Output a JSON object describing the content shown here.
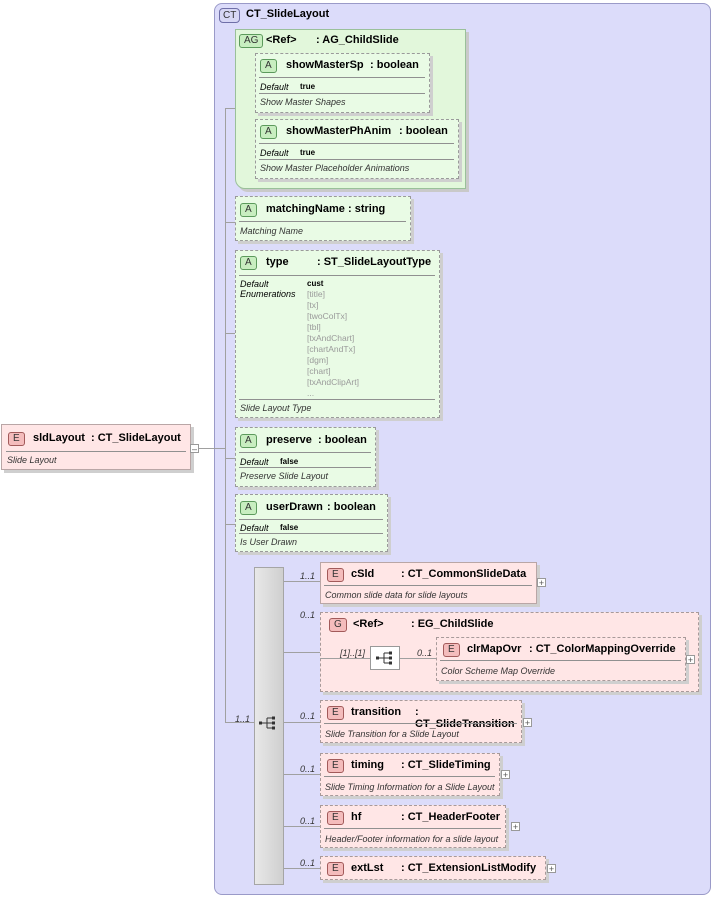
{
  "root": {
    "badge": "E",
    "name": "sldLayout",
    "type": ": CT_SlideLayout",
    "doc": "Slide Layout"
  },
  "complex_type": {
    "badge": "CT",
    "name": "CT_SlideLayout"
  },
  "attr_group": {
    "badge": "AG",
    "name": "<Ref>",
    "type": ": AG_ChildSlide",
    "attrs": [
      {
        "badge": "A",
        "name": "showMasterSp",
        "type": ": boolean",
        "default_label": "Default",
        "default_value": "true",
        "doc": "Show Master Shapes"
      },
      {
        "badge": "A",
        "name": "showMasterPhAnim",
        "type": ": boolean",
        "default_label": "Default",
        "default_value": "true",
        "doc": "Show Master Placeholder Animations"
      }
    ]
  },
  "matchingName": {
    "badge": "A",
    "name": "matchingName",
    "type": ": string",
    "doc": "Matching Name"
  },
  "type_attr": {
    "badge": "A",
    "name": "type",
    "type": ": ST_SlideLayoutType",
    "default_label": "Default",
    "default_value": "cust",
    "enum_label": "Enumerations",
    "enums": [
      "[title]",
      "[tx]",
      "[twoColTx]",
      "[tbl]",
      "[txAndChart]",
      "[chartAndTx]",
      "[dgm]",
      "[chart]",
      "[txAndClipArt]",
      "..."
    ],
    "doc": "Slide Layout Type"
  },
  "preserve": {
    "badge": "A",
    "name": "preserve",
    "type": ": boolean",
    "default_label": "Default",
    "default_value": "false",
    "doc": "Preserve Slide Layout"
  },
  "userDrawn": {
    "badge": "A",
    "name": "userDrawn",
    "type": ": boolean",
    "default_label": "Default",
    "default_value": "false",
    "doc": "Is User Drawn"
  },
  "sequence": {
    "cardinality": "1..1"
  },
  "elements": {
    "cSld": {
      "badge": "E",
      "name": "cSld",
      "type": ": CT_CommonSlideData",
      "doc": "Common slide data for slide layouts",
      "card": "1..1"
    },
    "group": {
      "badge": "G",
      "name": "<Ref>",
      "type": ": EG_ChildSlide",
      "card": "0..1",
      "inner_card": "[1]..[1]"
    },
    "clrMapOvr": {
      "badge": "E",
      "name": "clrMapOvr",
      "type": ": CT_ColorMappingOverride",
      "doc": "Color Scheme Map Override",
      "card": "0..1"
    },
    "transition": {
      "badge": "E",
      "name": "transition",
      "type": ": CT_SlideTransition",
      "doc": "Slide Transition for a Slide Layout",
      "card": "0..1"
    },
    "timing": {
      "badge": "E",
      "name": "timing",
      "type": ": CT_SlideTiming",
      "doc": "Slide Timing Information for a Slide Layout",
      "card": "0..1"
    },
    "hf": {
      "badge": "E",
      "name": "hf",
      "type": ": CT_HeaderFooter",
      "doc": "Header/Footer information for a slide layout",
      "card": "0..1"
    },
    "extLst": {
      "badge": "E",
      "name": "extLst",
      "type": ": CT_ExtensionListModify",
      "card": "0..1"
    }
  },
  "expand_symbol": "+"
}
